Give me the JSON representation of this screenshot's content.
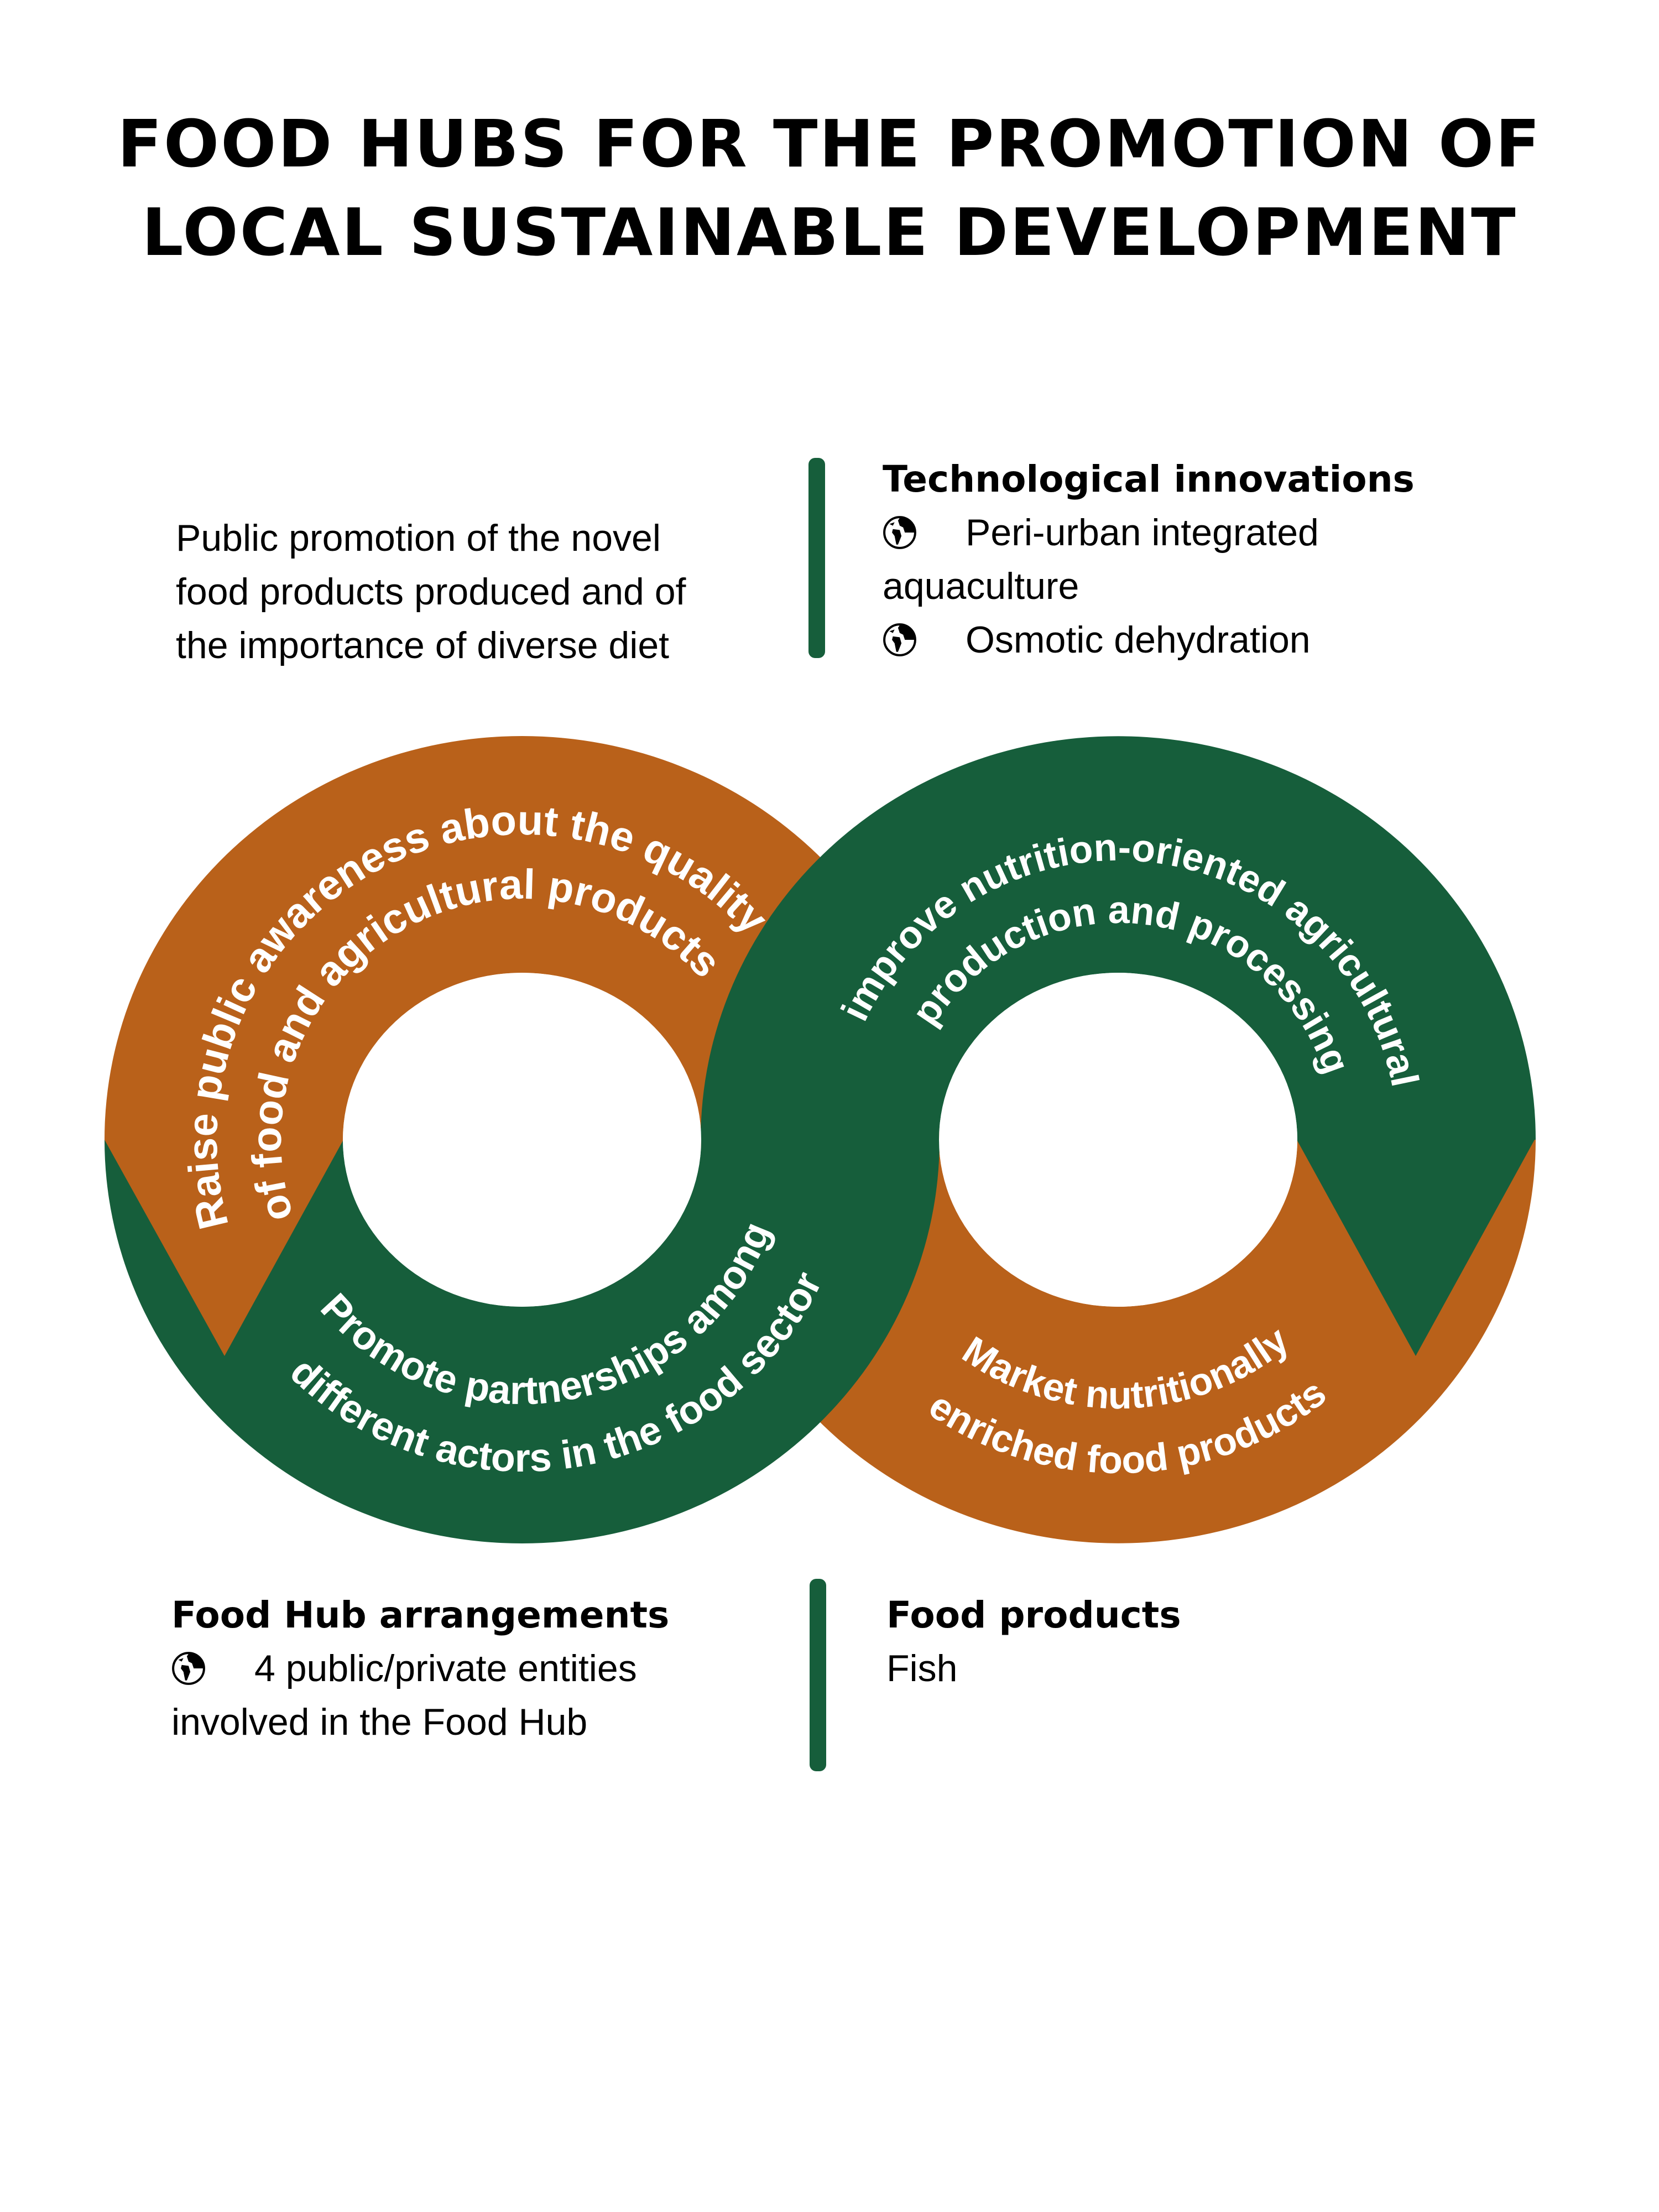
{
  "title": {
    "line1": "FOOD HUBS FOR THE PROMOTION OF",
    "line2": "LOCAL SUSTAINABLE DEVELOPMENT"
  },
  "colors": {
    "orange": "#B9611A",
    "green": "#165E3B"
  },
  "promotion_text": {
    "lines": [
      "Public promotion of the novel",
      "food products produced and of",
      "the importance of diverse diet"
    ]
  },
  "tech_innovations": {
    "heading": "Technological innovations",
    "items": [
      {
        "icon": "globe-icon",
        "line1": "Peri-urban integrated",
        "line2": "aquaculture"
      },
      {
        "icon": "globe-icon",
        "line1": "Osmotic dehydration"
      }
    ]
  },
  "diagram": {
    "raise_awareness": [
      "Raise public awareness about the quality",
      "of food and agricultural products"
    ],
    "promote_partnerships": [
      "Promote partnerships among",
      "different actors in the food sector"
    ],
    "improve_production": [
      "improve nutrition-oriented agricultural",
      "production and processing"
    ],
    "market_products": [
      "Market nutritionally",
      "enriched food products"
    ]
  },
  "food_hub": {
    "heading": "Food Hub arrangements",
    "item": {
      "icon": "globe-icon",
      "line1": "4 public/private entities",
      "line2": "involved in the Food Hub"
    }
  },
  "food_products": {
    "heading": "Food products",
    "value": "Fish"
  }
}
